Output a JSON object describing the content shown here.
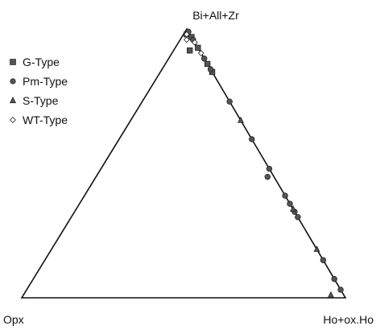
{
  "chart_data": {
    "type": "ternary",
    "vertices": {
      "top": "Bi+All+Zr",
      "left": "Opx",
      "right": "Ho+ox.Ho"
    },
    "legend": [
      {
        "name": "G-Type",
        "marker": "square",
        "color": "#555555"
      },
      {
        "name": "Pm-Type",
        "marker": "circle",
        "color": "#555555"
      },
      {
        "name": "S-Type",
        "marker": "triangle",
        "color": "#555555"
      },
      {
        "name": "WT-Type",
        "marker": "diamond-open",
        "color": "#ffffff"
      }
    ],
    "series": [
      {
        "name": "G-Type",
        "points": [
          {
            "top": 98,
            "left": 1,
            "right": 1
          },
          {
            "top": 97,
            "left": 0,
            "right": 3
          },
          {
            "top": 93,
            "left": 0,
            "right": 7
          },
          {
            "top": 87,
            "left": 0,
            "right": 13
          },
          {
            "top": 92,
            "left": 3,
            "right": 5
          },
          {
            "top": 84,
            "left": 0,
            "right": 16
          }
        ]
      },
      {
        "name": "Pm-Type",
        "points": [
          {
            "top": 99,
            "left": 0,
            "right": 1
          },
          {
            "top": 96,
            "left": 0,
            "right": 4
          },
          {
            "top": 89,
            "left": 0,
            "right": 11
          },
          {
            "top": 85,
            "left": 0,
            "right": 15
          },
          {
            "top": 73,
            "left": 0,
            "right": 27
          },
          {
            "top": 59,
            "left": 0,
            "right": 41
          },
          {
            "top": 48,
            "left": 0,
            "right": 52
          },
          {
            "top": 45,
            "left": 2,
            "right": 53
          },
          {
            "top": 38,
            "left": 0,
            "right": 62
          },
          {
            "top": 35,
            "left": 0,
            "right": 65
          },
          {
            "top": 30,
            "left": 0,
            "right": 70
          },
          {
            "top": 14,
            "left": 0,
            "right": 86
          },
          {
            "top": 7,
            "left": 0,
            "right": 93
          },
          {
            "top": 3,
            "left": 0,
            "right": 97
          },
          {
            "top": 32,
            "left": 0,
            "right": 68
          }
        ]
      },
      {
        "name": "S-Type",
        "points": [
          {
            "top": 66,
            "left": 0,
            "right": 34
          },
          {
            "top": 33,
            "left": 0,
            "right": 67
          },
          {
            "top": 18,
            "left": 0,
            "right": 82
          },
          {
            "top": 1,
            "left": 4,
            "right": 95
          }
        ]
      },
      {
        "name": "WT-Type",
        "points": [
          {
            "top": 98,
            "left": 1,
            "right": 1
          },
          {
            "top": 96,
            "left": 2,
            "right": 2
          },
          {
            "top": 91,
            "left": 0,
            "right": 9
          },
          {
            "top": 95,
            "left": 0,
            "right": 5
          }
        ]
      }
    ]
  }
}
